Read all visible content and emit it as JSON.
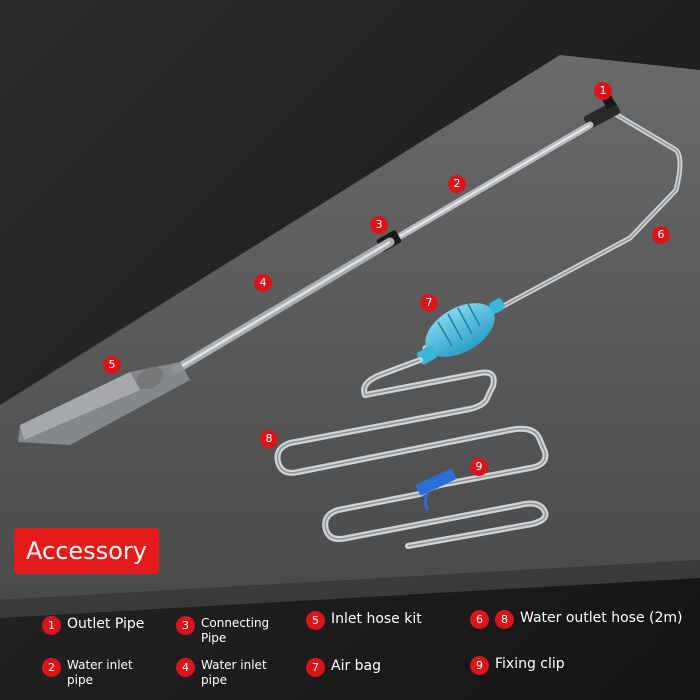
{
  "badge": "Accessory",
  "callouts": [
    "1",
    "2",
    "3",
    "4",
    "5",
    "6",
    "7",
    "8",
    "9"
  ],
  "legend": [
    {
      "nums": [
        "1"
      ],
      "label": "Outlet Pipe"
    },
    {
      "nums": [
        "3"
      ],
      "label": "Connecting Pipe"
    },
    {
      "nums": [
        "5"
      ],
      "label": "Inlet hose kit"
    },
    {
      "nums": [
        "6",
        "8"
      ],
      "label": "Water outlet hose (2m)"
    },
    {
      "nums": [
        "2"
      ],
      "label": "Water inlet pipe"
    },
    {
      "nums": [
        "4"
      ],
      "label": "Water inlet pipe"
    },
    {
      "nums": [
        "7"
      ],
      "label": "Air bag"
    },
    {
      "nums": [
        "9"
      ],
      "label": "Fixing clip"
    }
  ],
  "colors": {
    "badge": "#e41b1b",
    "callout": "#d9151b",
    "bulb": "#3ab7d8",
    "clip": "#2a6fd6",
    "surface": "#5a5a5a",
    "background": "#1d1d1d"
  }
}
